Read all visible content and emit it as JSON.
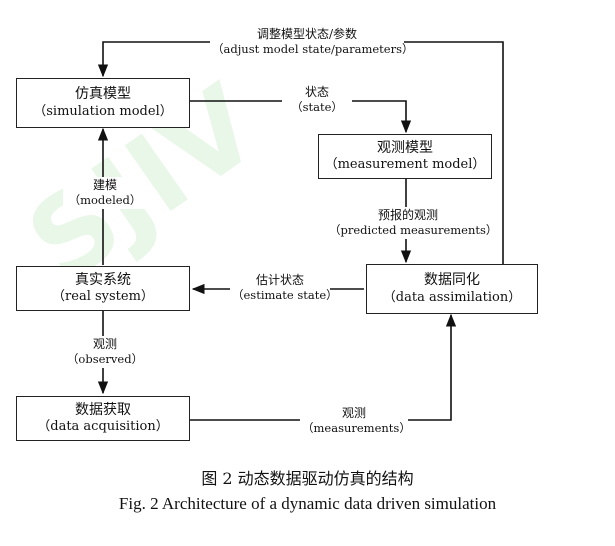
{
  "boxes": {
    "simulation_model": {
      "zh": "仿真模型",
      "en": "（simulation model）"
    },
    "measurement_model": {
      "zh": "观测模型",
      "en": "（measurement model）"
    },
    "real_system": {
      "zh": "真实系统",
      "en": "（real system）"
    },
    "data_assimilation": {
      "zh": "数据同化",
      "en": "（data assimilation）"
    },
    "data_acquisition": {
      "zh": "数据获取",
      "en": "（data acquisition）"
    }
  },
  "labels": {
    "adjust": {
      "zh": "调整模型状态/参数",
      "en": "（adjust model state/parameters）"
    },
    "state": {
      "zh": "状态",
      "en": "（state）"
    },
    "modeled": {
      "zh": "建模",
      "en": "（modeled）"
    },
    "predicted": {
      "zh": "预报的观测",
      "en": "（predicted measurements）"
    },
    "estimate": {
      "zh": "估计状态",
      "en": "（estimate state）"
    },
    "observed": {
      "zh": "观测",
      "en": "（observed）"
    },
    "measurements": {
      "zh": "观测",
      "en": "（measurements）"
    }
  },
  "caption": {
    "zh": "图 2  动态数据驱动仿真的结构",
    "en": "Fig. 2 Architecture of a dynamic data driven simulation"
  },
  "watermark": "SJIV"
}
